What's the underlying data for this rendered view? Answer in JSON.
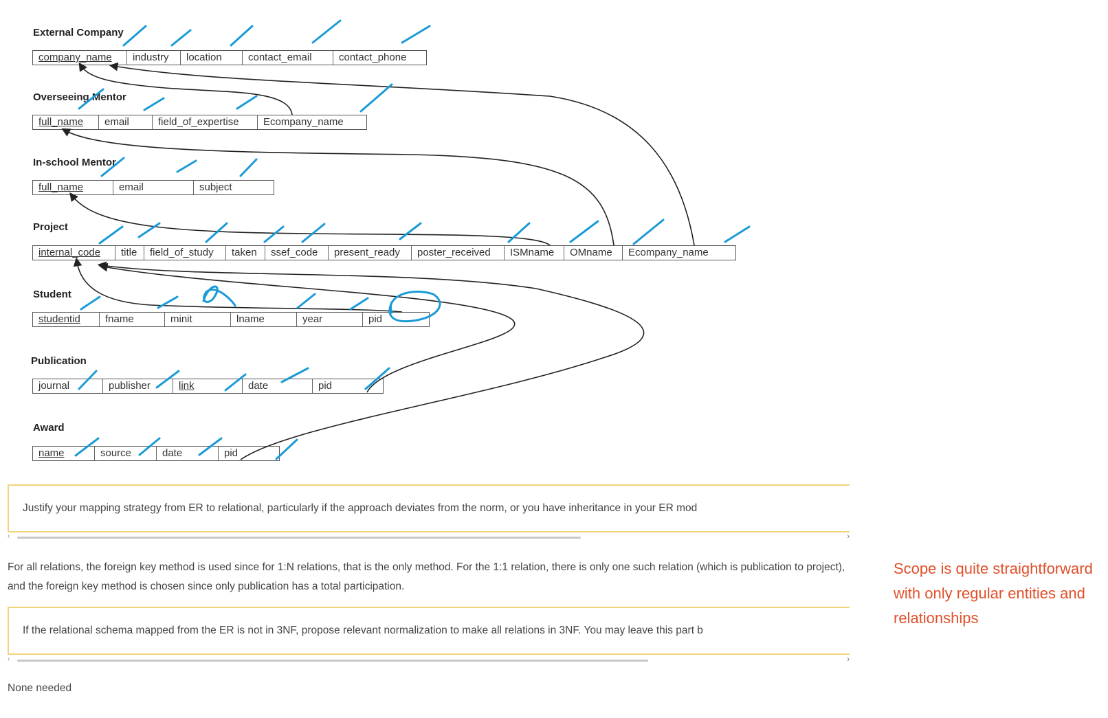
{
  "relations": [
    {
      "name": "External Company",
      "attributes": [
        {
          "label": "company_name",
          "pk": true
        },
        {
          "label": "industry"
        },
        {
          "label": "location"
        },
        {
          "label": "contact_email"
        },
        {
          "label": "contact_phone"
        }
      ]
    },
    {
      "name": "Overseeing Mentor",
      "attributes": [
        {
          "label": "full_name",
          "pk": true
        },
        {
          "label": "email"
        },
        {
          "label": "field_of_expertise"
        },
        {
          "label": "Ecompany_name"
        }
      ]
    },
    {
      "name": "In-school Mentor",
      "attributes": [
        {
          "label": "full_name",
          "pk": true
        },
        {
          "label": "email"
        },
        {
          "label": "subject"
        }
      ]
    },
    {
      "name": "Project",
      "attributes": [
        {
          "label": "internal_code",
          "pk": true
        },
        {
          "label": "title"
        },
        {
          "label": "field_of_study"
        },
        {
          "label": "taken"
        },
        {
          "label": "ssef_code"
        },
        {
          "label": "present_ready"
        },
        {
          "label": "poster_received"
        },
        {
          "label": "ISMname"
        },
        {
          "label": "OMname"
        },
        {
          "label": "Ecompany_name"
        }
      ]
    },
    {
      "name": "Student",
      "attributes": [
        {
          "label": "studentid",
          "pk": true
        },
        {
          "label": "fname"
        },
        {
          "label": "minit"
        },
        {
          "label": "lname"
        },
        {
          "label": "year"
        },
        {
          "label": "pid"
        }
      ]
    },
    {
      "name": "Publication",
      "attributes": [
        {
          "label": "journal"
        },
        {
          "label": "publisher"
        },
        {
          "label": "link",
          "pk": true
        },
        {
          "label": "date"
        },
        {
          "label": "pid"
        }
      ]
    },
    {
      "name": "Award",
      "attributes": [
        {
          "label": "name",
          "pk": true
        },
        {
          "label": "source"
        },
        {
          "label": "date"
        },
        {
          "label": "pid"
        }
      ]
    }
  ],
  "prompts": {
    "mapping": "Justify your mapping strategy from ER to relational, particularly if the approach deviates from the norm, or you have inheritance in your ER mod",
    "normalization": "If the relational schema mapped from the ER is not in 3NF, propose relevant normalization to make all relations in 3NF. You may leave this part b"
  },
  "answers": {
    "mapping": "For all relations, the foreign key method is used since for 1:N relations, that is the only method. For the 1:1 relation, there is only one such relation (which is publication to project), and the foreign key method is chosen since only publication has a total participation.",
    "normalization": "None needed"
  },
  "side_note": "Scope is quite straightforward with only regular entities and relationships",
  "colors": {
    "annotation": "#1a9bd7",
    "note": "#e0502a",
    "prompt_border": "#f3d27c",
    "arrow": "#222222"
  }
}
